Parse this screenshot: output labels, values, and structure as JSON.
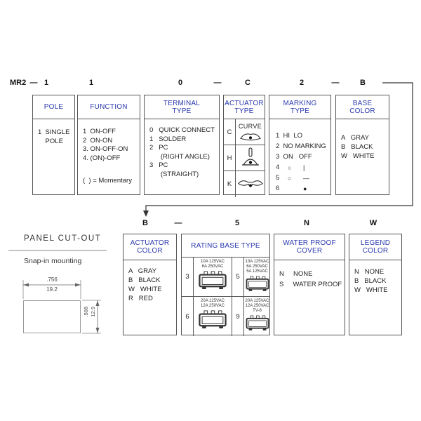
{
  "colors": {
    "header_blue": "#2b3aad",
    "body_text": "#222222",
    "box_line": "#555555",
    "code_text": "#111111"
  },
  "code_row_top": {
    "prefix": "MR2",
    "dash": "—",
    "codes": [
      "1",
      "1",
      "0",
      "C",
      "2",
      "B"
    ]
  },
  "code_row_bottom": {
    "dash": "—",
    "codes": [
      "B",
      "5",
      "N",
      "W"
    ]
  },
  "boxes": {
    "pole": {
      "title": "POLE",
      "body": "1  SINGLE\n    POLE"
    },
    "function": {
      "title": "FUNCTION",
      "body": "1  ON-OFF\n2  ON-ON\n3. ON-OFF-ON\n4. (ON)-OFF",
      "note": "(  ) = Momentary"
    },
    "terminal": {
      "title": "TERMINAL\nTYPE",
      "body": "0   QUICK CONNECT\n1   SOLDER\n2   PC\n      (RIGHT ANGLE)\n3   PC\n      (STRAIGHT)"
    },
    "actuator_type": {
      "title": "ACTUATOR\nTYPE",
      "rows": [
        {
          "code": "C",
          "label": "CURVE",
          "icon": "rocker-curve-icon"
        },
        {
          "code": "H",
          "icon": "lever-icon"
        },
        {
          "code": "K",
          "icon": "paddle-icon"
        }
      ]
    },
    "marking": {
      "title": "MARKING\nTYPE",
      "body": "1  HI  LO\n2  NO MARKING\n3  ON   OFF",
      "sym_rows": [
        {
          "n": "4",
          "a": "○",
          "b": "|"
        },
        {
          "n": "5",
          "a": "○",
          "b": "—"
        },
        {
          "n": "6",
          "a": "",
          "b": "●"
        }
      ]
    },
    "base_color": {
      "title": "BASE\nCOLOR",
      "body": "A   GRAY\nB   BLACK\nW   WHITE"
    },
    "actuator_color": {
      "title": "ACTUATOR\nCOLOR",
      "body": "A   GRAY\nB   BLACK\nW   WHITE\nR   RED"
    },
    "rating": {
      "title": "RATING  BASE TYPE",
      "cells": [
        {
          "code": "3",
          "lines": "10A 125VAC\n6A 250VAC"
        },
        {
          "code": "5",
          "lines": "13A 125VAC\n6A 250VAC\n5A 125VAC"
        },
        {
          "code": "6",
          "lines": "20A 125VAC\n12A 250VAC"
        },
        {
          "code": "9",
          "lines": "20A 125VAC\n12A 250VAC\nTV-8"
        }
      ]
    },
    "waterproof": {
      "title": "WATER PROOF\nCOVER",
      "body": "N     NONE\nS     WATER PROOF"
    },
    "legend_color": {
      "title": "LEGEND\nCOLOR",
      "body": "N   NONE\nB   BLACK\nW   WHITE"
    }
  },
  "panel_cutout": {
    "title": "PANEL  CUT-OUT",
    "subtitle": "Snap-in mounting",
    "width_in": ".756",
    "width_mm": "19.2",
    "height_in": ".508",
    "height_mm": "12.9"
  }
}
